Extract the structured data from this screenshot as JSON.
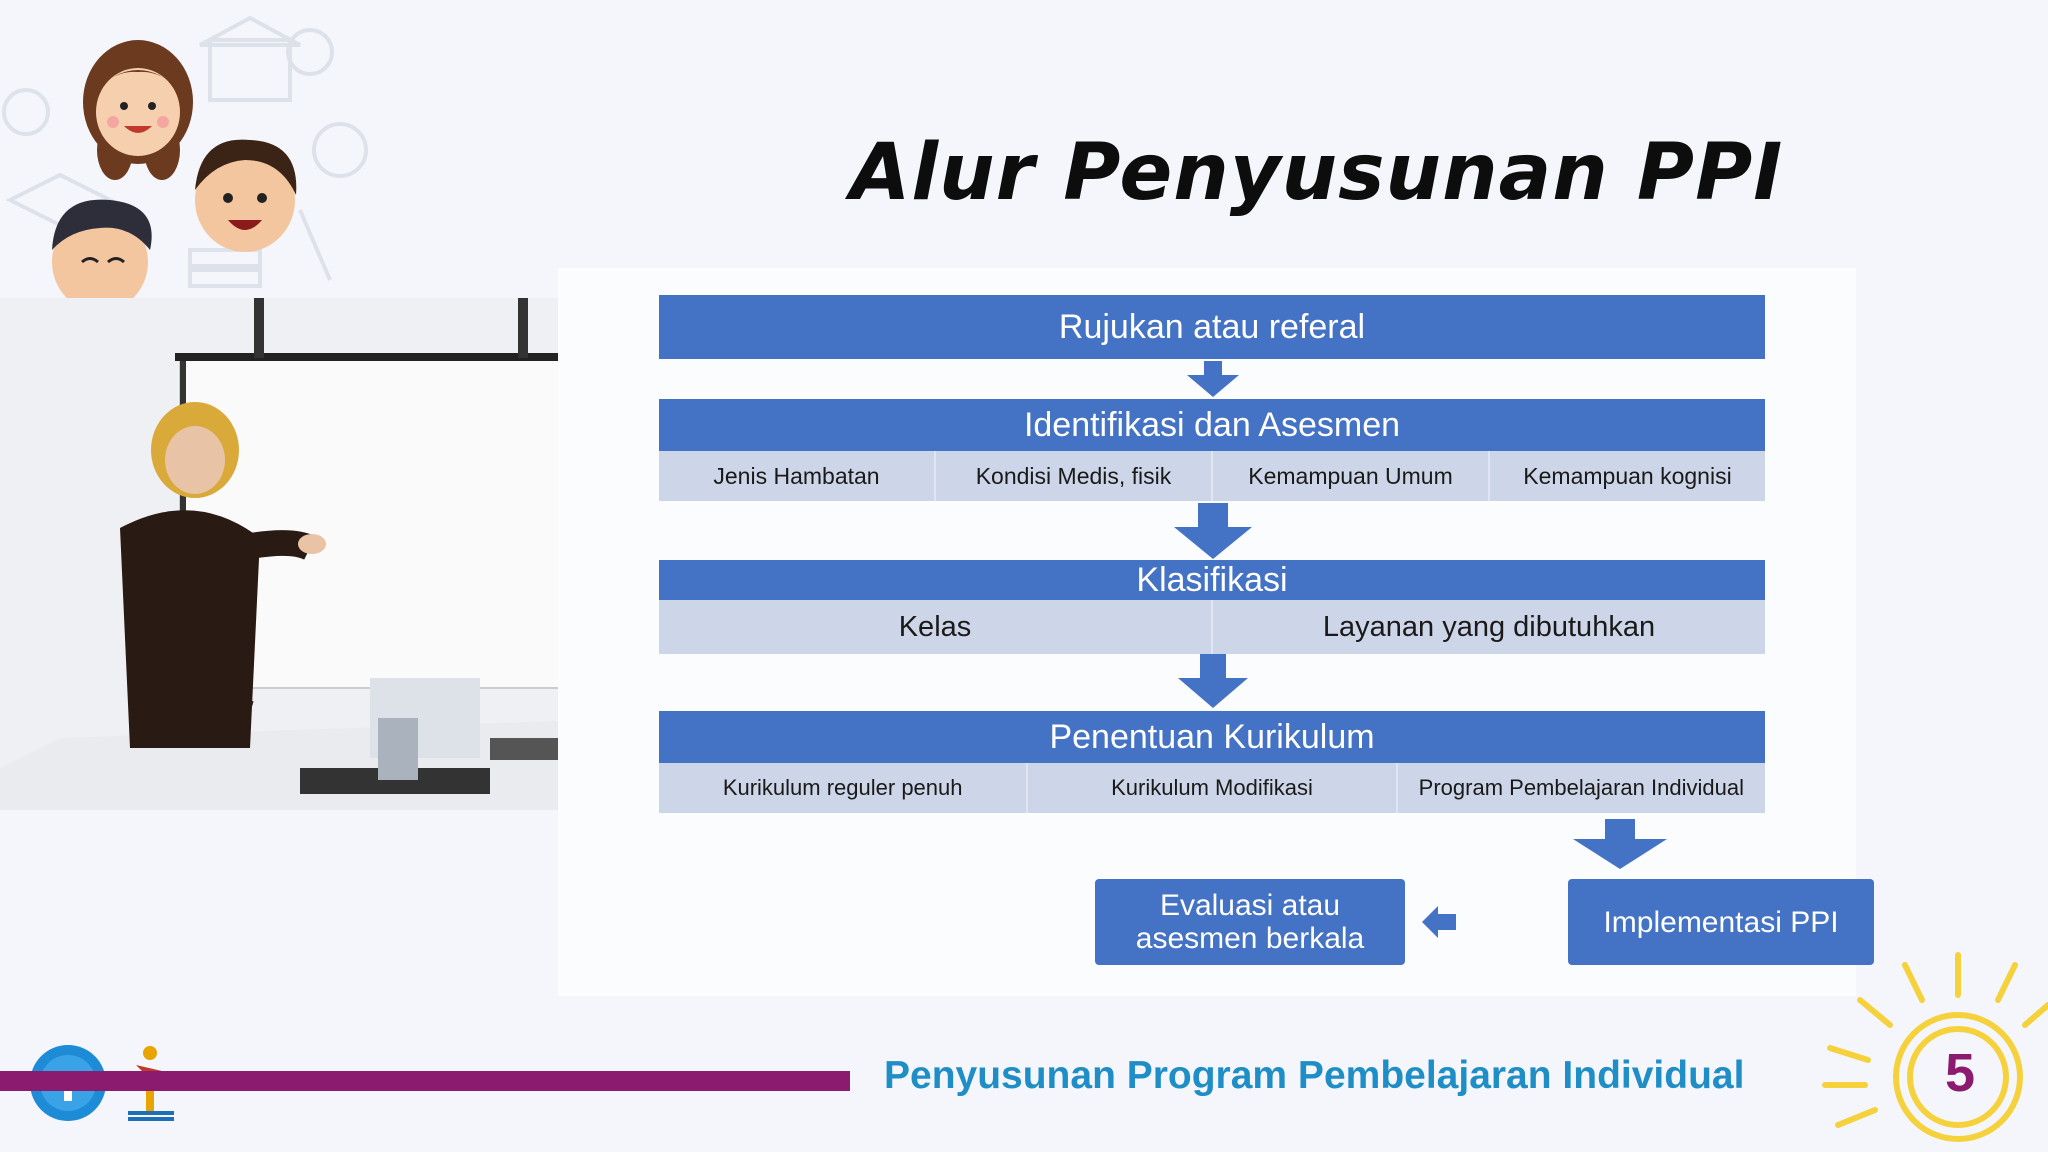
{
  "slide": {
    "title": "Alur Penyusunan PPI",
    "footer_text": "Penyusunan Program Pembelajaran Individual",
    "page_number": "5"
  },
  "diagram": {
    "step1": "Rujukan atau referal",
    "step2": {
      "title": "Identifikasi dan Asesmen",
      "items": [
        "Jenis Hambatan",
        "Kondisi Medis, fisik",
        "Kemampuan Umum",
        "Kemampuan kognisi"
      ]
    },
    "step3": {
      "title": "Klasifikasi",
      "items": [
        "Kelas",
        "Layanan yang dibutuhkan"
      ]
    },
    "step4": {
      "title": "Penentuan Kurikulum",
      "items": [
        "Kurikulum reguler penuh",
        "Kurikulum Modifikasi",
        "Program Pembelajaran Individual"
      ]
    },
    "implementasi": "Implementasi PPI",
    "evaluasi_line1": "Evaluasi atau",
    "evaluasi_line2": "asesmen berkala"
  },
  "colors": {
    "bar_blue": "#4472c4",
    "sub_gray": "#cdd5e8",
    "footer_purple": "#8a1b6f",
    "footer_text_blue": "#1f8ec6",
    "sun_yellow": "#f5d23c"
  }
}
